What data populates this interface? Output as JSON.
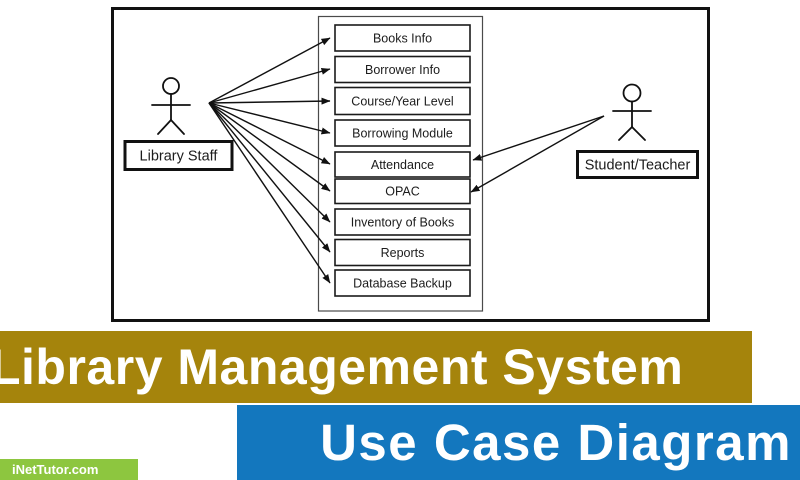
{
  "diagram": {
    "actors": [
      {
        "label": "Library Staff"
      },
      {
        "label": "Student/Teacher"
      }
    ],
    "use_cases": [
      {
        "label": "Books Info"
      },
      {
        "label": "Borrower Info"
      },
      {
        "label": "Course/Year Level"
      },
      {
        "label": "Borrowing Module"
      },
      {
        "label": "Attendance"
      },
      {
        "label": "OPAC"
      },
      {
        "label": "Inventory of Books"
      },
      {
        "label": "Reports"
      },
      {
        "label": "Database Backup"
      }
    ],
    "connections": {
      "library_staff": [
        "Books Info",
        "Borrower Info",
        "Course/Year Level",
        "Borrowing Module",
        "Attendance",
        "OPAC",
        "Inventory of Books",
        "Reports",
        "Database Backup"
      ],
      "student_teacher": [
        "Attendance",
        "OPAC"
      ]
    }
  },
  "banner": {
    "title": "Library Management System",
    "subtitle": "Use Case Diagram",
    "watermark": "iNetTutor.com",
    "colors": {
      "title_bg": "#A5840C",
      "subtitle_bg": "#1377BE",
      "watermark_bg": "#8DC63F",
      "text": "#FFFFFF"
    }
  }
}
